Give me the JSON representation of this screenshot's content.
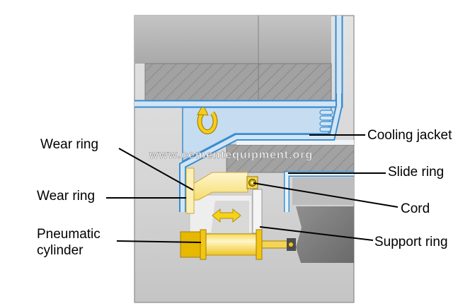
{
  "labels": {
    "wear_ring_upper": "Wear ring",
    "wear_ring_lower": "Wear ring",
    "pneumatic_cylinder_line1": "Pneumatic",
    "pneumatic_cylinder_line2": "cylinder",
    "cooling_jacket": "Cooling jacket",
    "slide_ring": "Slide ring",
    "cord": "Cord",
    "support_ring": "Support ring"
  },
  "watermark": "www.cementequipment.org",
  "colors": {
    "jacket_fill": "#c6dcf1",
    "jacket_outline": "#3a8dd0",
    "lamella_fill": "#d3e5f5",
    "cylinder_yellow": "#f2c516",
    "leader_line": "#000000"
  }
}
